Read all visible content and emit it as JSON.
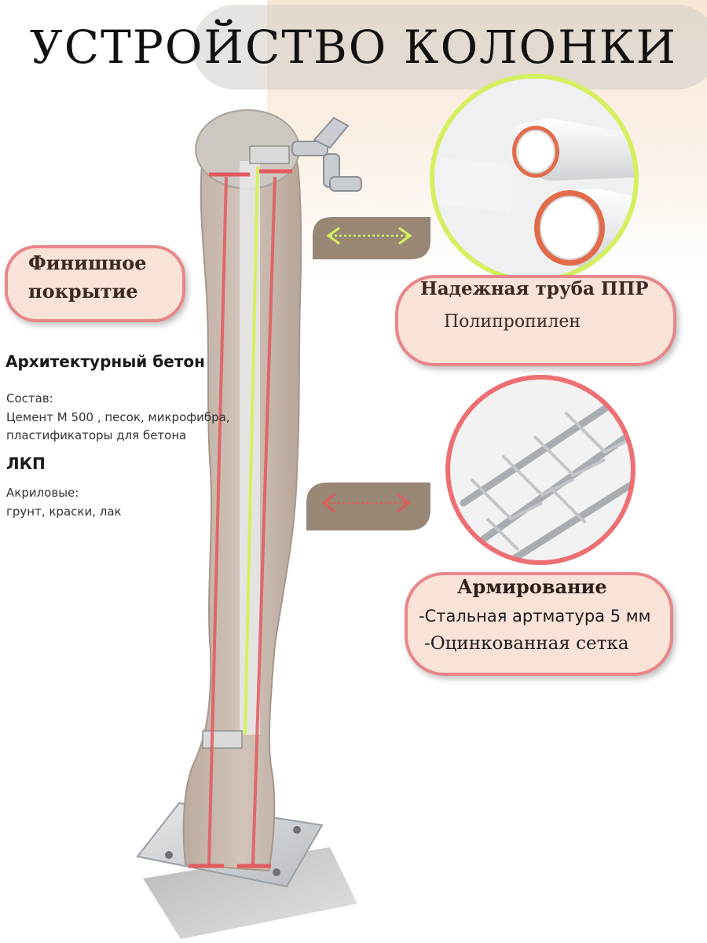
{
  "header": {
    "title": "УСТРОЙСТВО КОЛОНКИ"
  },
  "labels": {
    "finish": {
      "line1": "Финишное",
      "line2": "покрытие"
    },
    "pipe": {
      "title": "Надежная труба ППР",
      "subtitle": "Полипропилен"
    },
    "reinforcement": {
      "title": "Армирование",
      "line1": "-Стальная артматура 5 мм",
      "line2": "-Оцинкованная сетка"
    }
  },
  "specs": {
    "concrete_heading": "Архитектурный бетон",
    "composition_label": "Состав:",
    "composition_line1": "Цемент М 500 , песок, микрофибра,",
    "composition_line2": "пластификаторы для бетона",
    "paint_heading": "ЛКП",
    "paint_label": "Акриловые:",
    "paint_line": "грунт, краски, лак"
  },
  "colors": {
    "pipe_accent": "#d4f060",
    "rebar_accent": "#e35a5e",
    "label_fill": "#f9e2d8",
    "label_border": "#e8868a"
  }
}
